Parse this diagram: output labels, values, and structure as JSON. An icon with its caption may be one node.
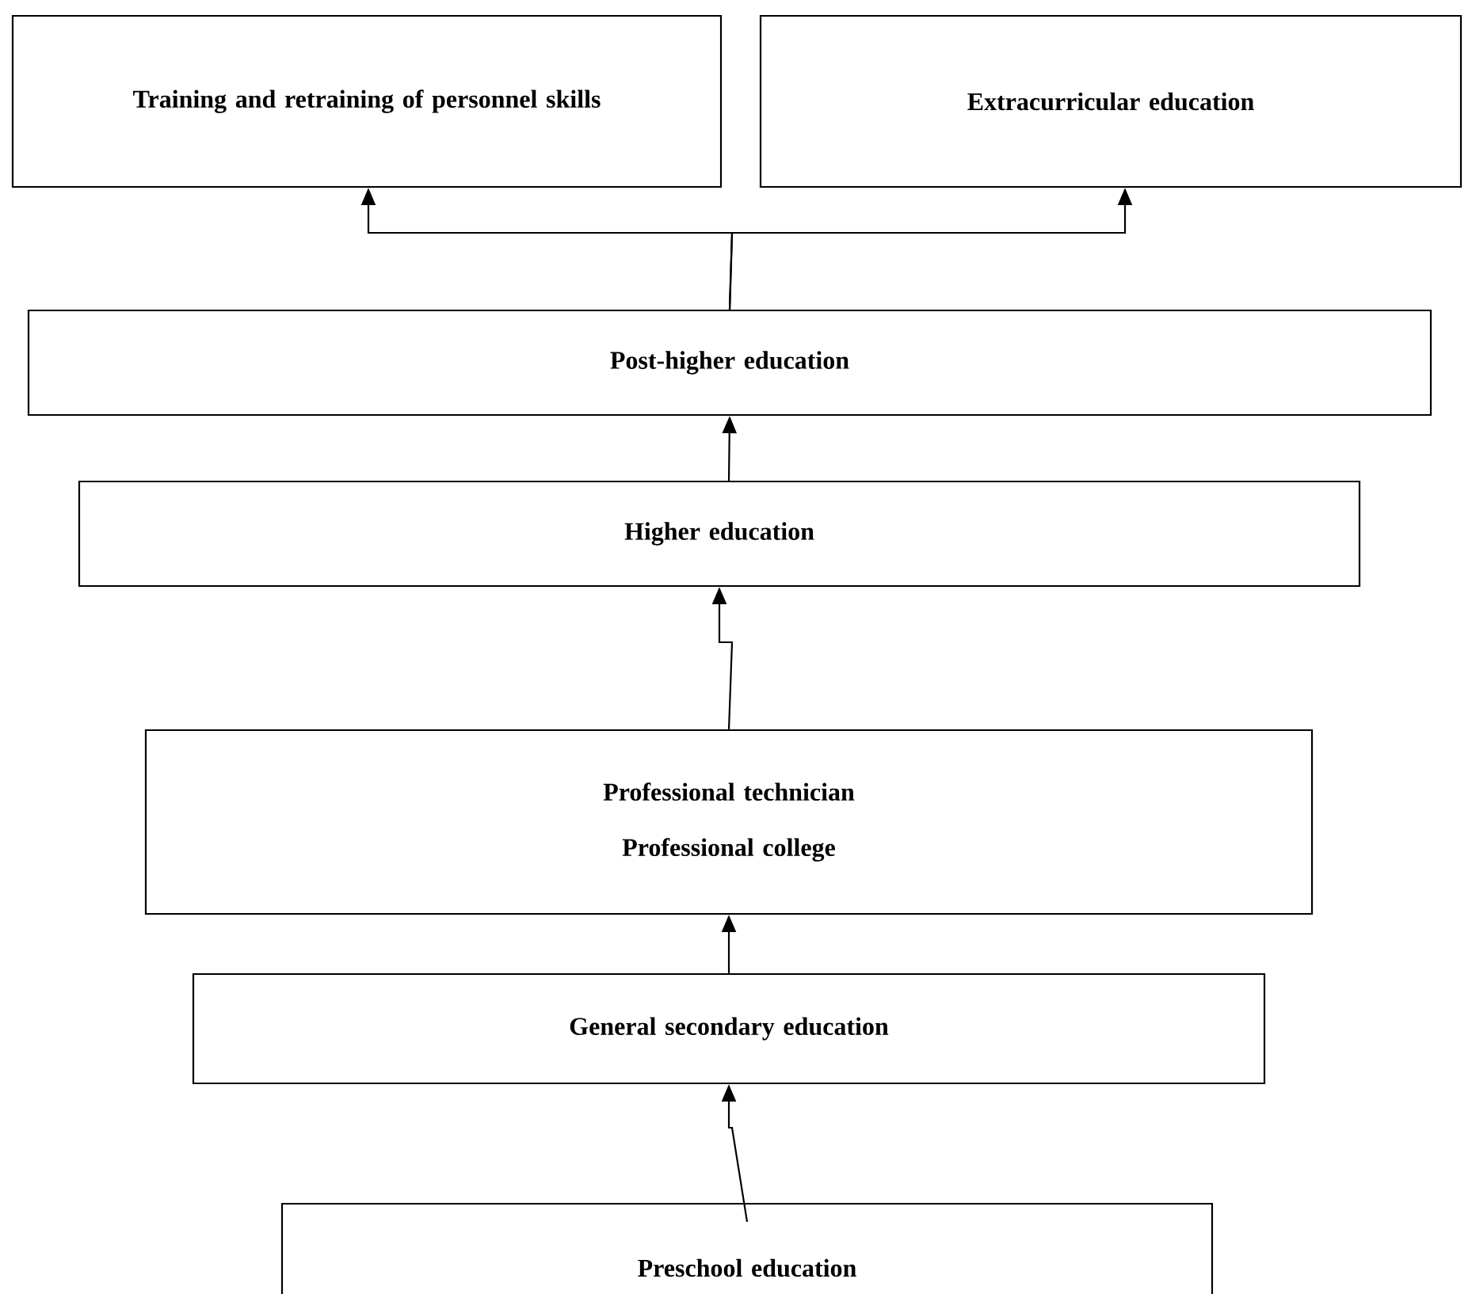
{
  "diagram": {
    "nodes": [
      {
        "text": [
          "Training and retraining of personnel skills"
        ]
      },
      {
        "text": [
          "Extracurricular education"
        ]
      },
      {
        "text": [
          "Post-higher education"
        ]
      },
      {
        "text": [
          "Higher education"
        ]
      },
      {
        "text": [
          "Professional technician",
          "Professional college"
        ]
      },
      {
        "text": [
          "General secondary education"
        ]
      },
      {
        "text": [
          "Preschool education"
        ]
      }
    ],
    "edges": [
      {
        "from": 2,
        "to": 0,
        "arrow": "to"
      },
      {
        "from": 2,
        "to": 1,
        "arrow": "to"
      },
      {
        "from": 3,
        "to": 2,
        "arrow": "to"
      },
      {
        "from": 4,
        "to": 3,
        "arrow": "to"
      },
      {
        "from": 5,
        "to": 4,
        "arrow": "to"
      },
      {
        "from": 6,
        "to": 5,
        "arrow": "to"
      }
    ]
  }
}
